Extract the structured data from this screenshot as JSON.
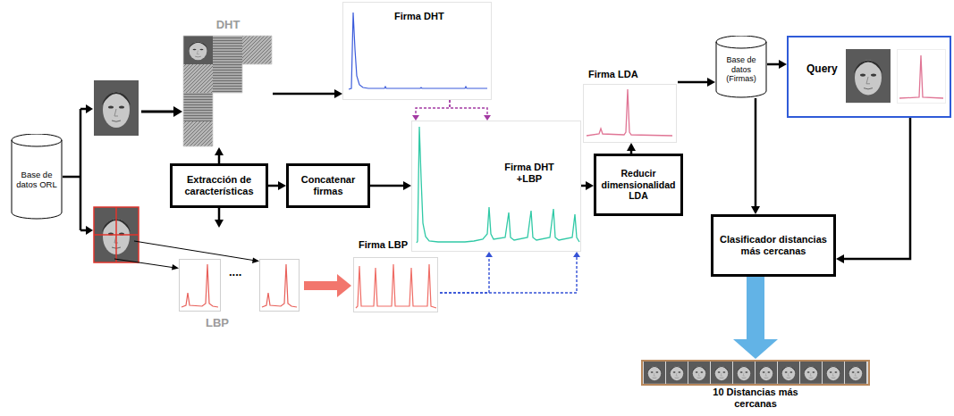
{
  "diagram": {
    "nodes": [
      {
        "text": [
          "Firma DHT"
        ]
      },
      {
        "text": [
          "DHT"
        ]
      },
      {
        "text": [
          "Base de datos ORL"
        ]
      },
      {
        "text": [
          "Extracción de características"
        ]
      },
      {
        "text": [
          "Concatenar firmas"
        ]
      },
      {
        "text": [
          "Firma DHT +LBP"
        ]
      },
      {
        "text": [
          "Firma LDA"
        ]
      },
      {
        "text": [
          "Reducir dimensionalidad LDA"
        ]
      },
      {
        "text": [
          "Base de datos (Firmas)"
        ]
      },
      {
        "text": [
          "Query"
        ]
      },
      {
        "text": [
          "Clasificador distancias más cercanas"
        ]
      },
      {
        "text": [
          "LBP"
        ]
      },
      {
        "text": [
          "Firma LBP"
        ]
      },
      {
        "text": [
          "10 Distancias más cercanas"
        ]
      }
    ],
    "edges": [
      {
        "from": 3,
        "to": 1,
        "arrow": "to"
      },
      {
        "from": 3,
        "to": 11,
        "arrow": "to"
      },
      {
        "from": 1,
        "to": 0,
        "arrow": "to"
      },
      {
        "from": 3,
        "to": 4,
        "arrow": "to"
      },
      {
        "from": 4,
        "to": 5,
        "arrow": "to"
      },
      {
        "from": 0,
        "to": 5,
        "arrow": "to"
      },
      {
        "from": 0,
        "to": 5,
        "arrow": "to"
      },
      {
        "from": 12,
        "to": 5,
        "arrow": "to"
      },
      {
        "from": 12,
        "to": 5,
        "arrow": "to"
      },
      {
        "from": 11,
        "to": 12,
        "arrow": "to"
      },
      {
        "from": 5,
        "to": 7,
        "arrow": "to"
      },
      {
        "from": 7,
        "to": 6,
        "arrow": "to"
      },
      {
        "from": 6,
        "to": 8,
        "arrow": "to"
      },
      {
        "from": 8,
        "to": 9,
        "arrow": "to"
      },
      {
        "from": 8,
        "to": 10,
        "arrow": "to"
      },
      {
        "from": 9,
        "to": 10,
        "arrow": "to"
      },
      {
        "from": 10,
        "to": 13,
        "arrow": "to"
      }
    ],
    "labels": [
      "...."
    ]
  }
}
